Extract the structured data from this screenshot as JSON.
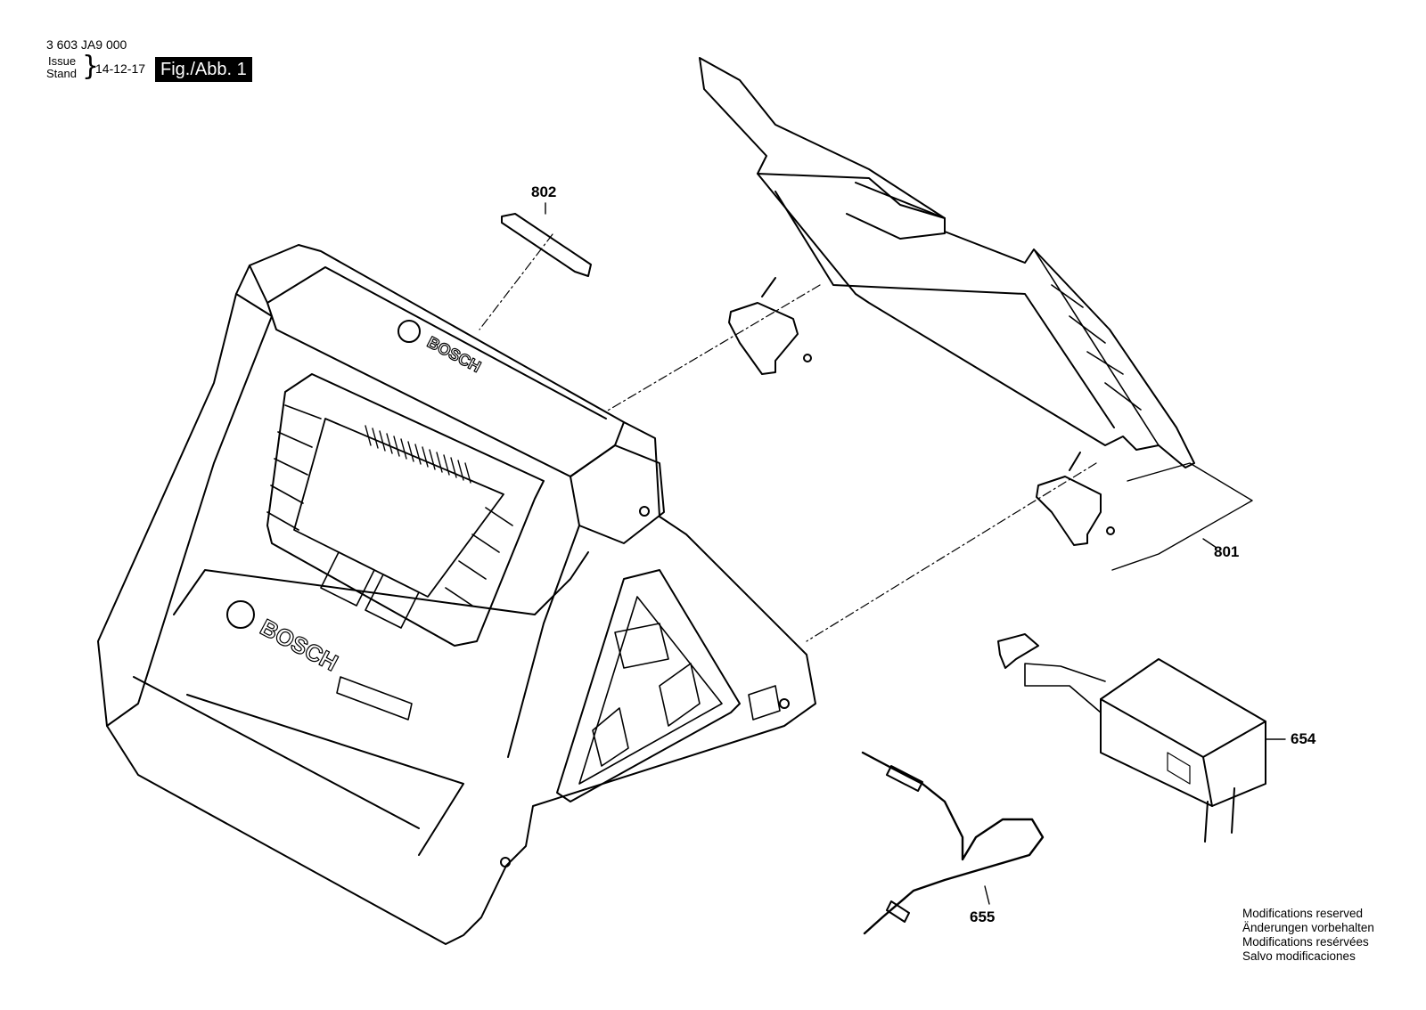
{
  "header": {
    "doc_number": "3 603 JA9 000",
    "issue_label": "Issue",
    "stand_label": "Stand",
    "issue_date": "14-12-17",
    "figure_label": "Fig./Abb. 1"
  },
  "parts": {
    "p802": "802",
    "p801": "801",
    "p654": "654",
    "p655": "655"
  },
  "brand": {
    "logo_text": "BOSCH"
  },
  "footer": {
    "lines": [
      "Modifications reserved",
      "Änderungen vorbehalten",
      "Modifications resérvées",
      "Salvo modificaciones"
    ]
  }
}
